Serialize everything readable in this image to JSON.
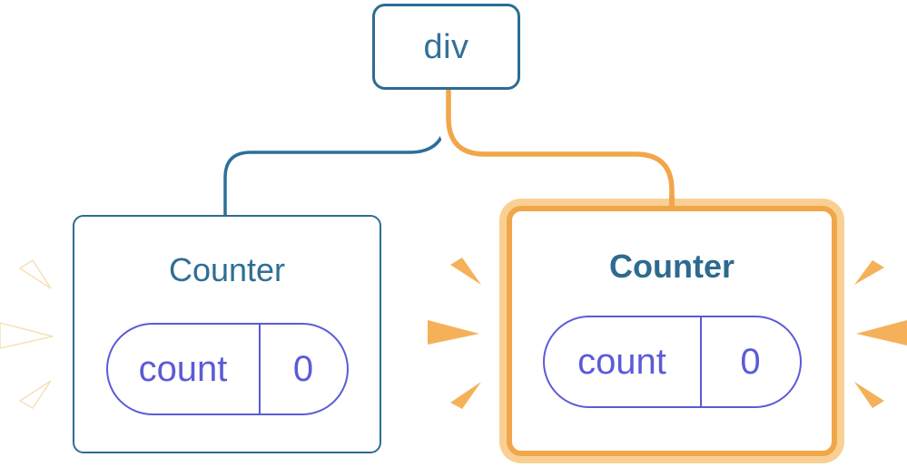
{
  "diagram": {
    "description": "React component tree: div root with two Counter children; right Counter re-rendered (orange highlight with bursts), left Counter with white bursts",
    "root": {
      "label": "div"
    },
    "children": [
      {
        "title": "Counter",
        "state_key": "count",
        "state_value": "0",
        "highlighted": false,
        "burst_style": "white"
      },
      {
        "title": "Counter",
        "state_key": "count",
        "state_value": "0",
        "highlighted": true,
        "burst_style": "orange"
      }
    ],
    "colors": {
      "node_border_blue": "#2D6C95",
      "node_text_blue": "#35719B",
      "title_blue": "#2F6E96",
      "pill_purple": "#5B5BD8",
      "connector_blue": "#2C6E9B",
      "connector_core_orange": "#F2A64A",
      "connector_casing_white": "#FFFFFF",
      "highlight_ring_light": "#F9D093",
      "highlight_ring_dark": "#F2A64A",
      "burst_orange": "#F5B159",
      "burst_white": "#FFFFFF",
      "background": "#FFFFFF"
    }
  }
}
